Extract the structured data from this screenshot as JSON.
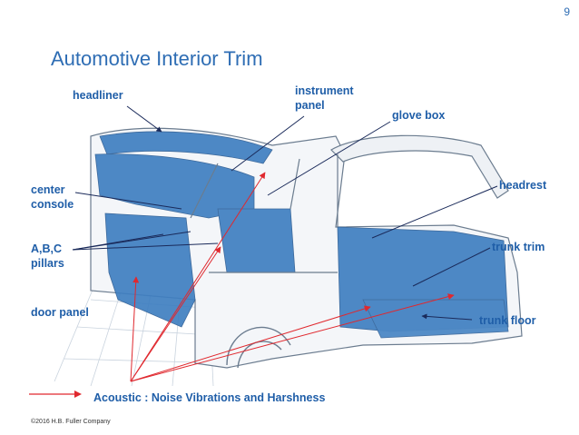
{
  "slide": {
    "number": "9",
    "title": "Automotive Interior Trim",
    "copyright": "©2016 H.B. Fuller Company"
  },
  "labels": {
    "headliner": "headliner",
    "instrument_panel": "instrument\npanel",
    "glove_box": "glove box",
    "center_console": "center\nconsole",
    "headrest": "headrest",
    "pillars": "A,B,C\npillars",
    "trunk_trim": "trunk trim",
    "door_panel": "door panel",
    "trunk_floor": "trunk floor"
  },
  "legend": {
    "text": "Acoustic : Noise Vibrations and Harshness",
    "arrow_color": "#e0282e"
  },
  "colors": {
    "title": "#2e6db4",
    "label": "#1f5ea8",
    "trim_fill": "#3f7fc1",
    "outline": "#6b7c8f",
    "acoustic_arrow": "#e0282e",
    "pointer_line": "#1a2a5a"
  }
}
